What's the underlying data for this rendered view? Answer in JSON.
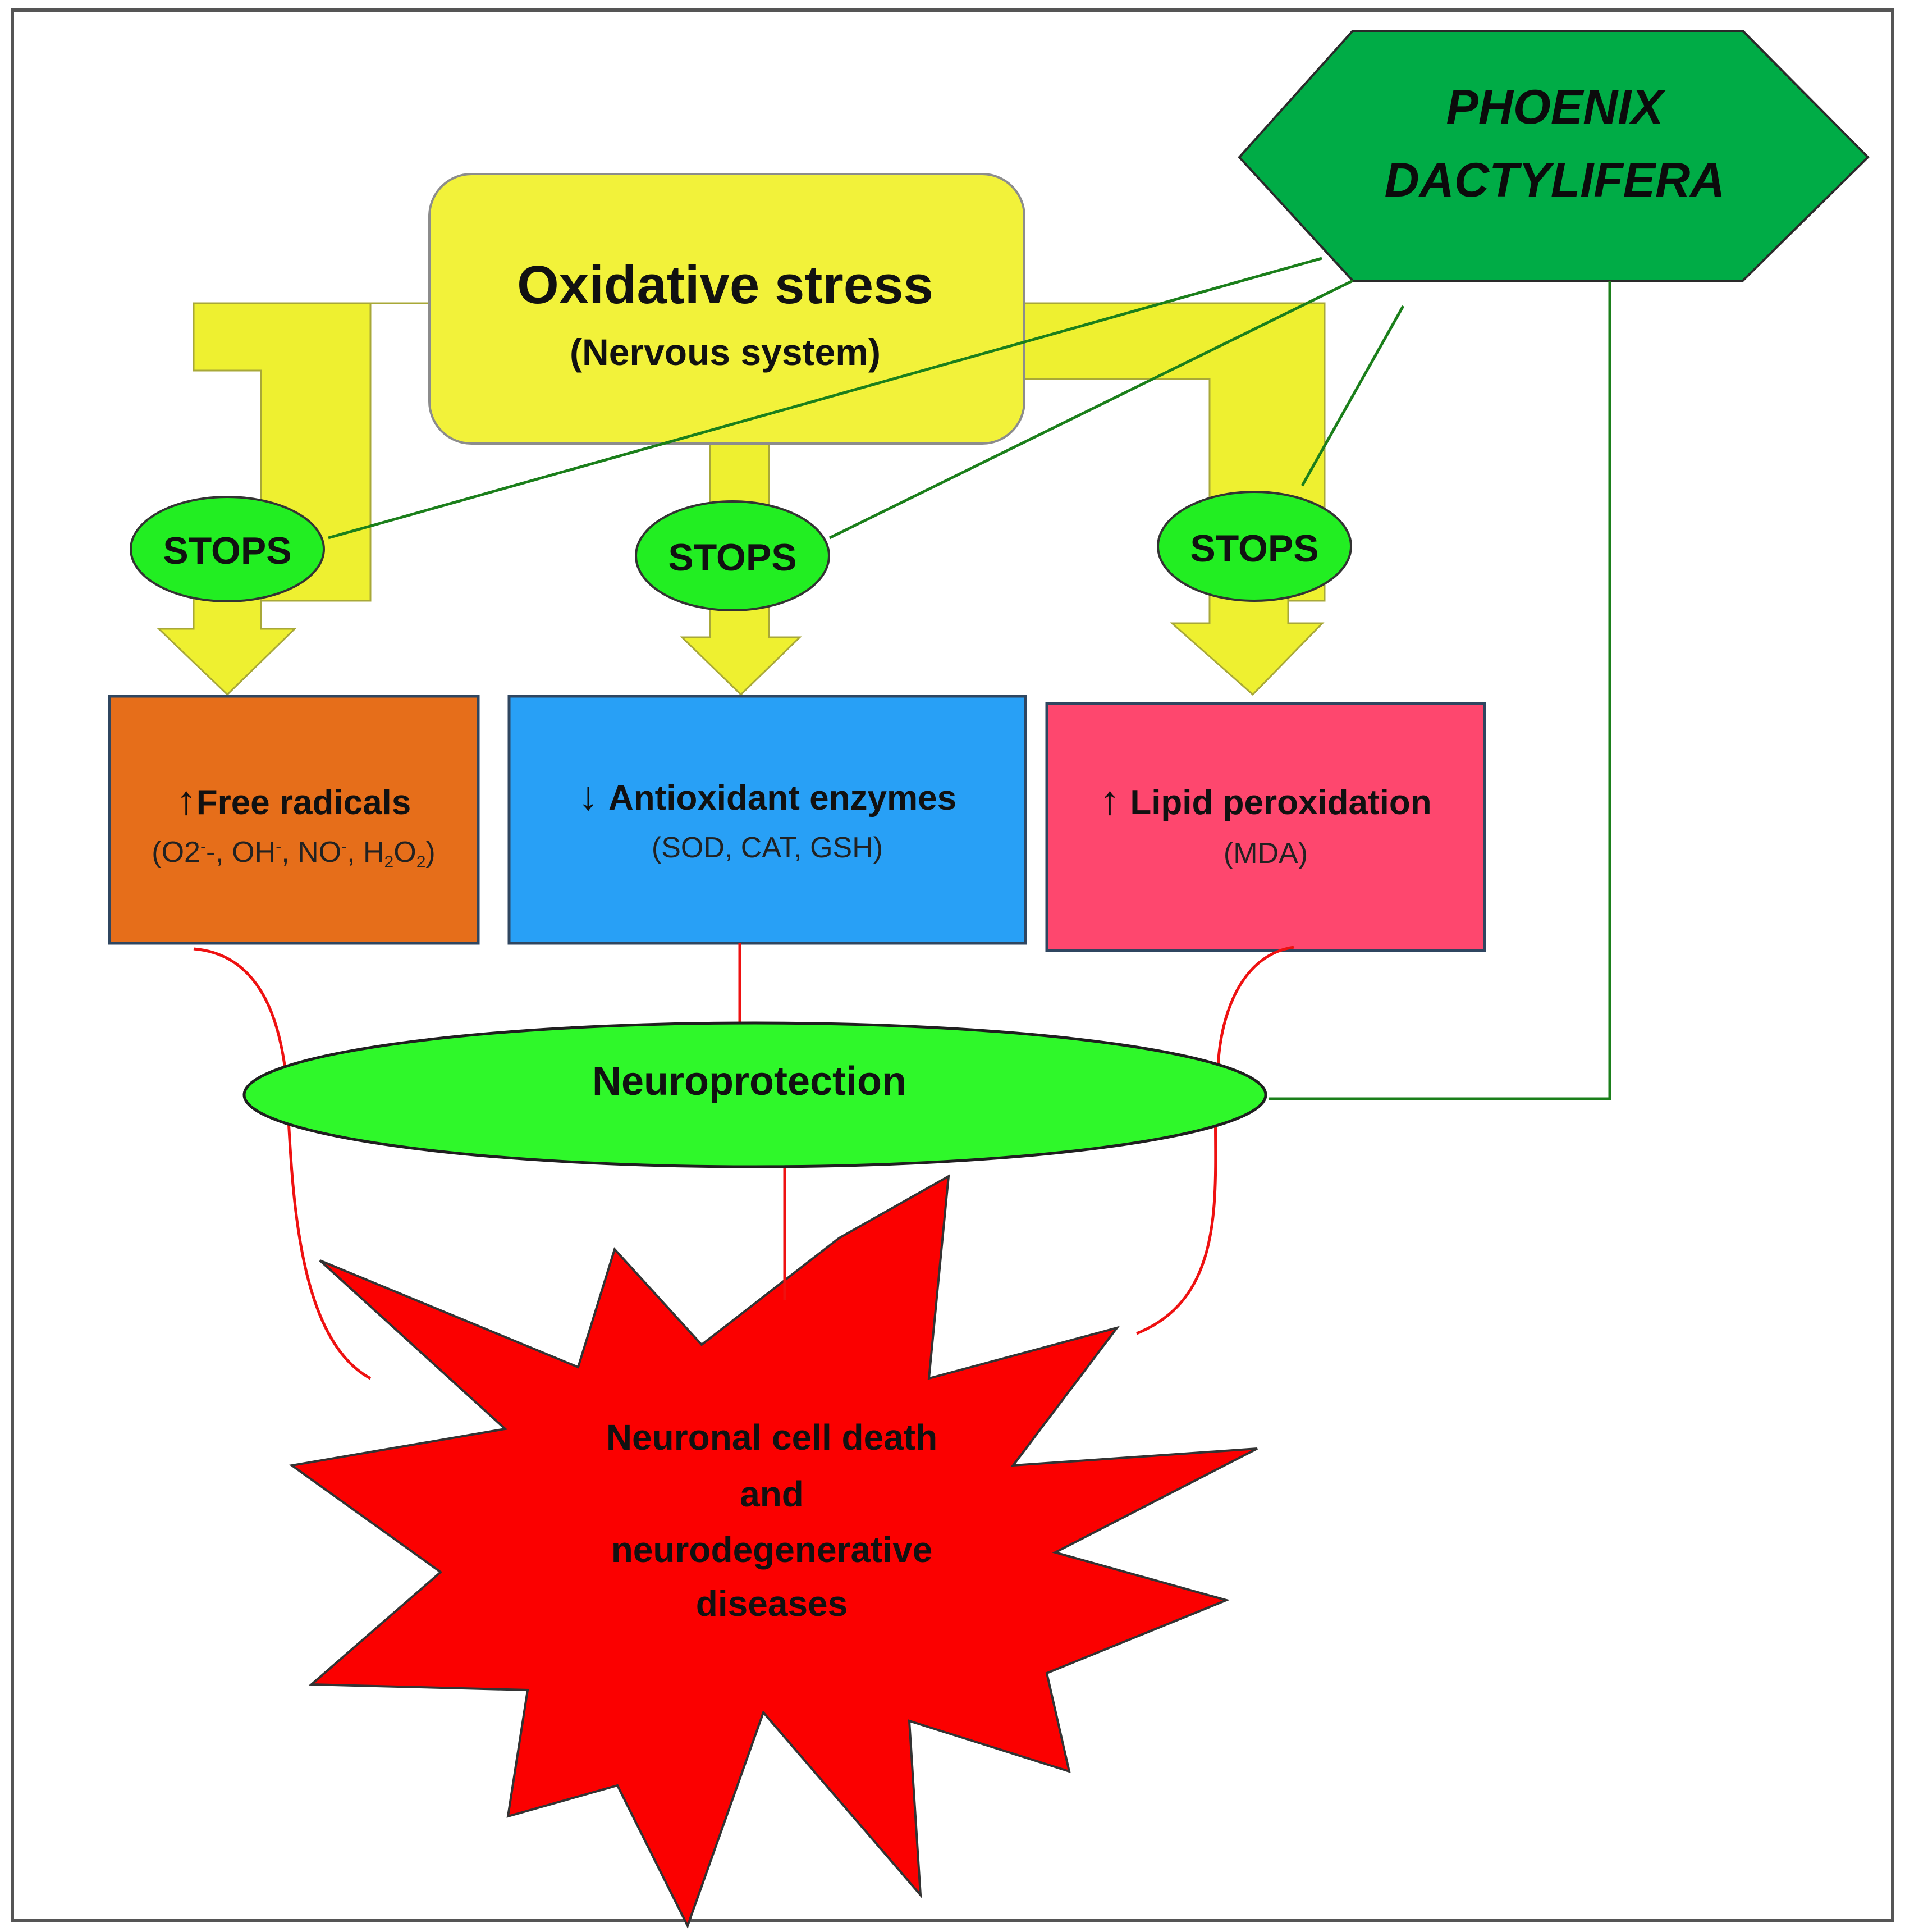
{
  "colors": {
    "frame": "#555555",
    "oxidative_fill": "#f2f23a",
    "yellow_arrow": "#eef030",
    "stops_fill": "#22ee22",
    "phoenix_fill": "#00ac46",
    "free_radicals_fill": "#e66e1a",
    "antioxidant_fill": "#28a0f6",
    "lipid_fill": "#fe476e",
    "neuroprotection_fill": "#2ff82a",
    "death_fill": "#fb0000",
    "green_line": "#1b7f1b",
    "red_line": "#ee1111"
  },
  "phoenix": {
    "line1": "PHOENIX",
    "line2": "DACTYLIFERA"
  },
  "oxidative_stress": {
    "title": "Oxidative stress",
    "subtitle": "(Nervous system)"
  },
  "stops": {
    "left": "STOPS",
    "middle": "STOPS",
    "right": "STOPS"
  },
  "free_radicals": {
    "arrow": "↑",
    "title": "Free radicals",
    "sub": {
      "t1": "(O2",
      "t1_sup": "-",
      "t2": "-, OH",
      "t2_sup": "-",
      "t3": ", NO",
      "t3_sup": "-",
      "t4": ", H",
      "t4_sub": "2",
      "t5": "O",
      "t5_sub": "2",
      "t6": ")"
    }
  },
  "antioxidant": {
    "arrow": "↓",
    "title": "Antioxidant enzymes",
    "sub": "(SOD, CAT, GSH)"
  },
  "lipid": {
    "arrow": "↑",
    "title": "Lipid peroxidation",
    "sub": "(MDA)"
  },
  "neuroprotection": {
    "label": "Neuroprotection"
  },
  "neuronal_death": {
    "line1": "Neuronal cell death",
    "line2": "and",
    "line3": "neurodegenerative",
    "line4": "diseases"
  }
}
